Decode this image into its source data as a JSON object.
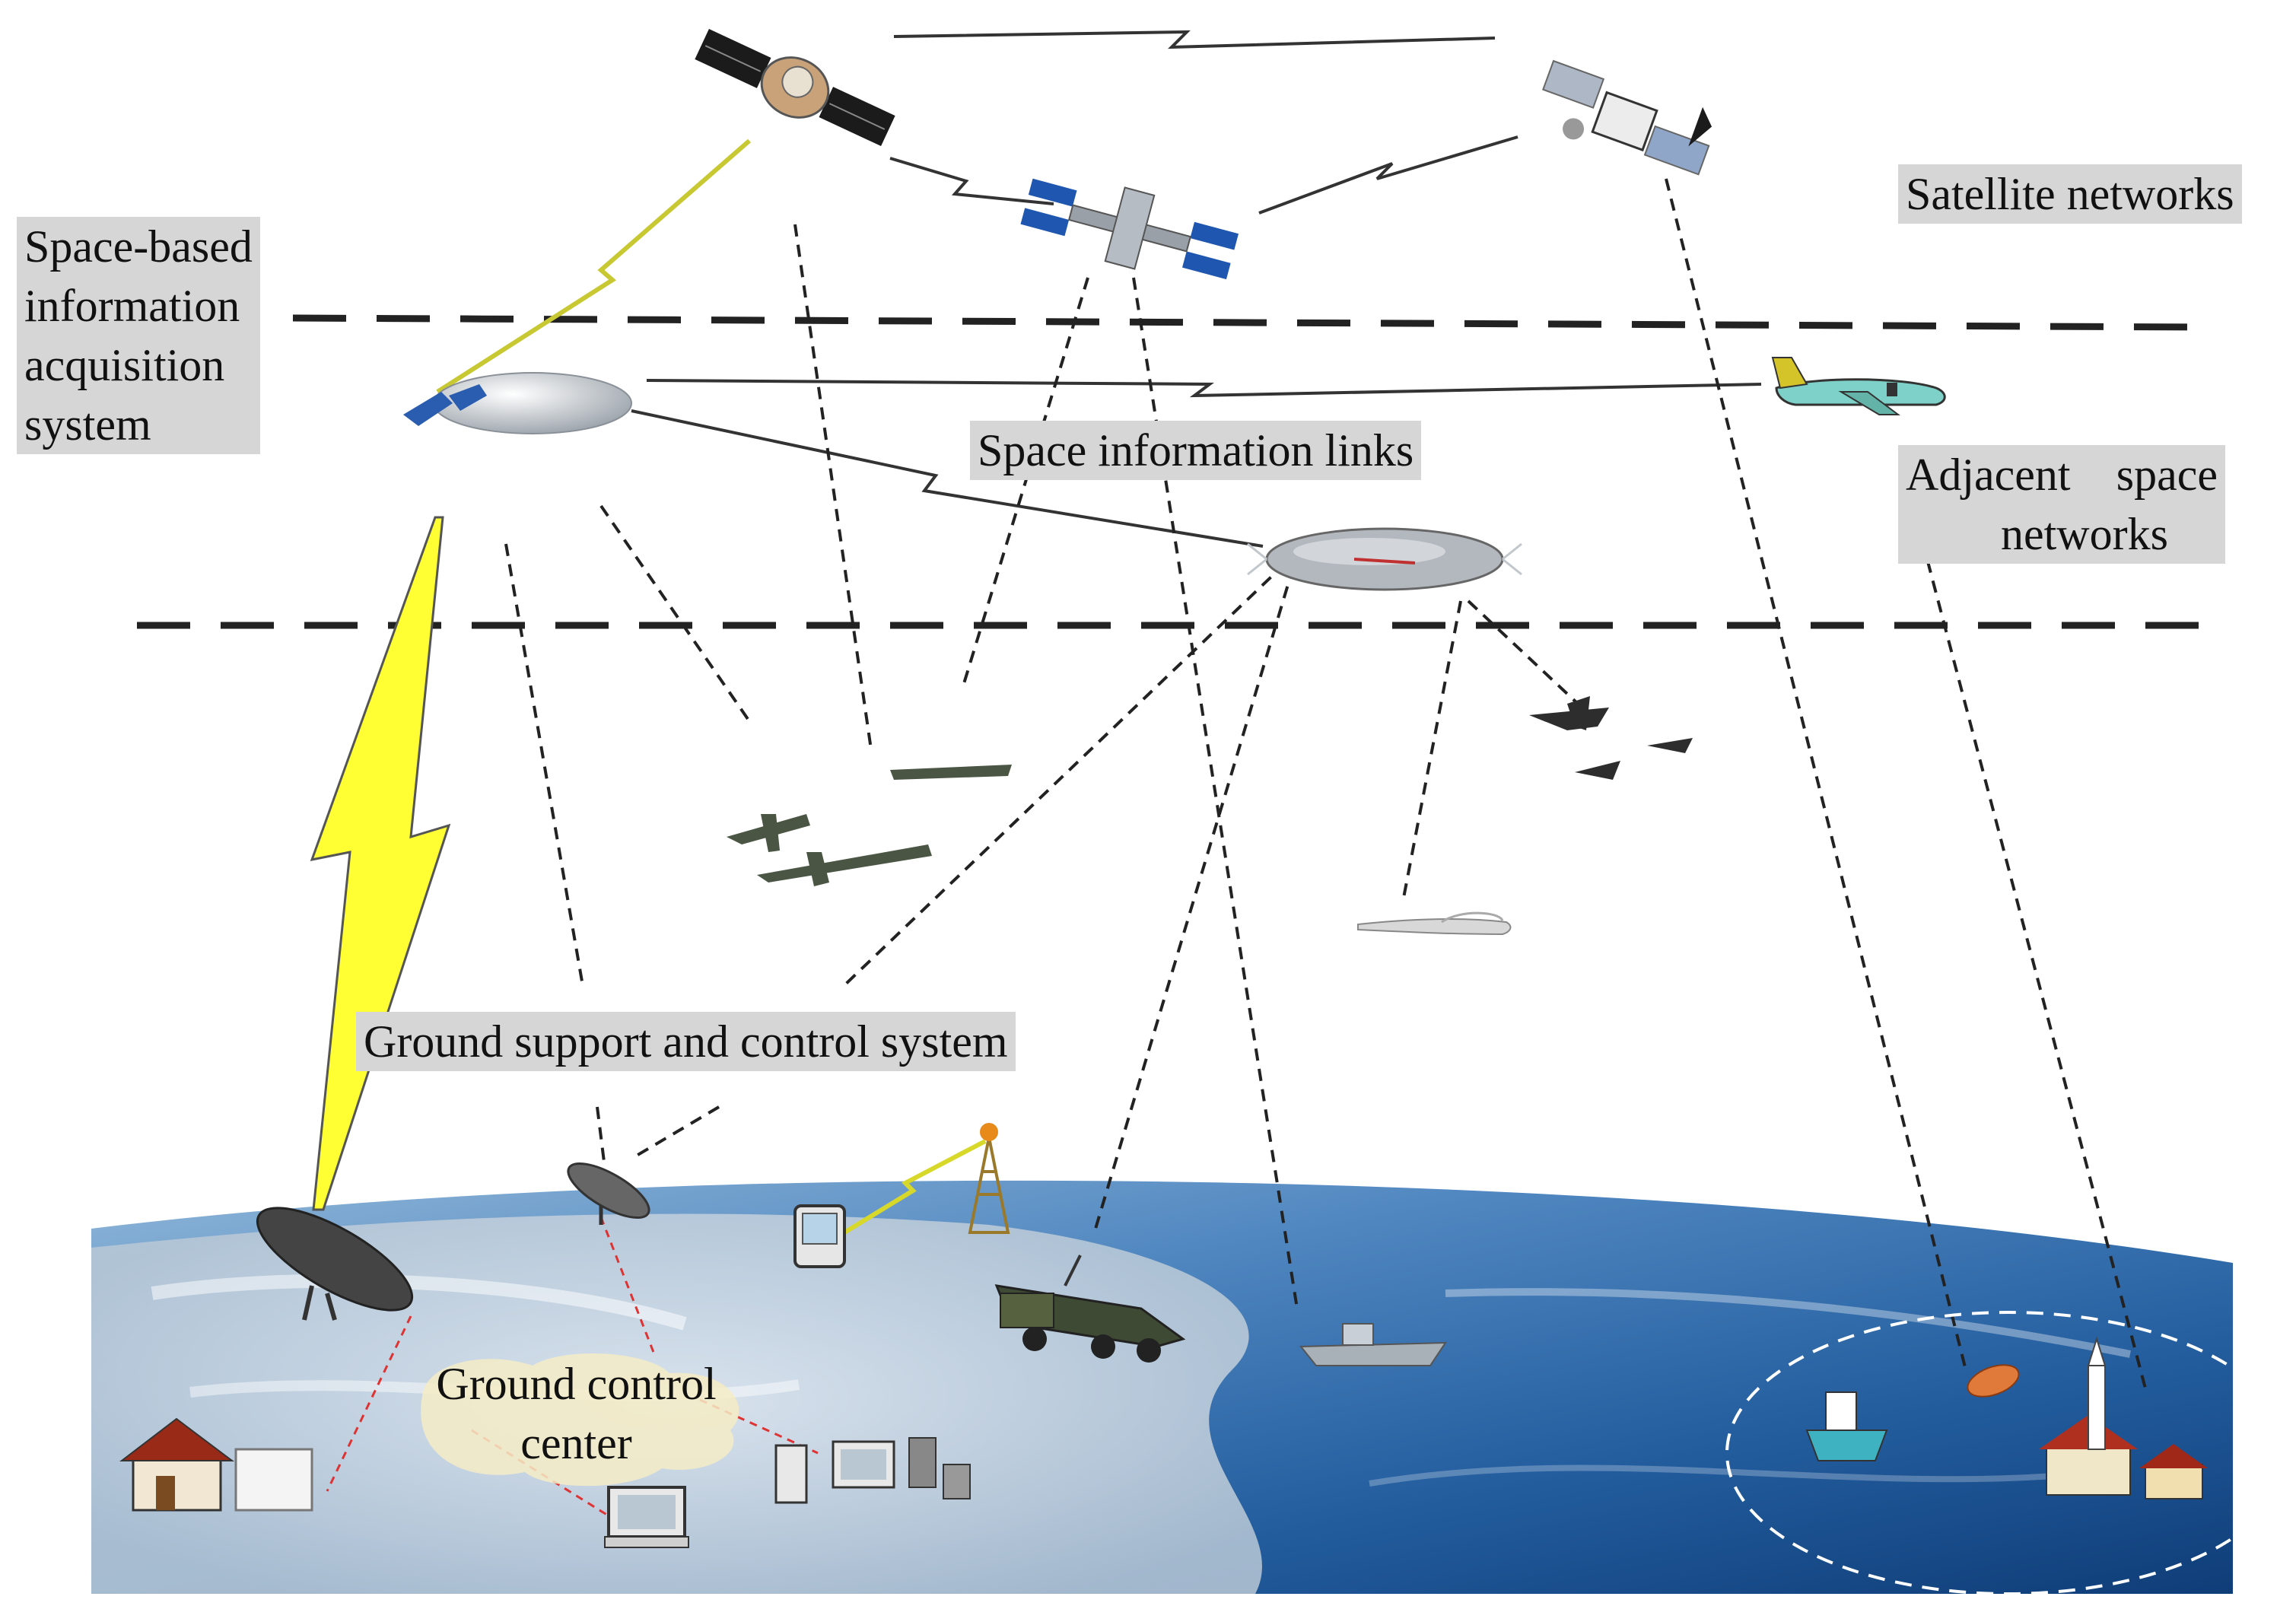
{
  "labels": {
    "satellite_networks": "Satellite networks",
    "space_based": [
      "Space-based",
      "information",
      "acquisition",
      "system"
    ],
    "space_information_links": "Space information links",
    "adjacent_space_networks": [
      "Adjacent",
      "space",
      "networks"
    ],
    "ground_support": "Ground support and control system",
    "ground_control_center": [
      "Ground control",
      "center"
    ]
  },
  "icons": [
    "satellite-icon",
    "space-station-icon",
    "relay-satellite-icon",
    "airship-icon",
    "stratospheric-balloon-icon",
    "transport-plane-icon",
    "fighter-jet-icon",
    "attack-aircraft-icon",
    "uav-icon",
    "satellite-dish-icon",
    "radio-tower-icon",
    "pda-icon",
    "military-truck-icon",
    "warship-icon",
    "house-icon",
    "computer-icon"
  ],
  "colors": {
    "background": "#ffffff",
    "ocean": "#2f6fb0",
    "land": "#e8eef2",
    "yellow_link": "#ffff33",
    "dashed_line": "#222222",
    "label_background": "#d6d6d6"
  }
}
